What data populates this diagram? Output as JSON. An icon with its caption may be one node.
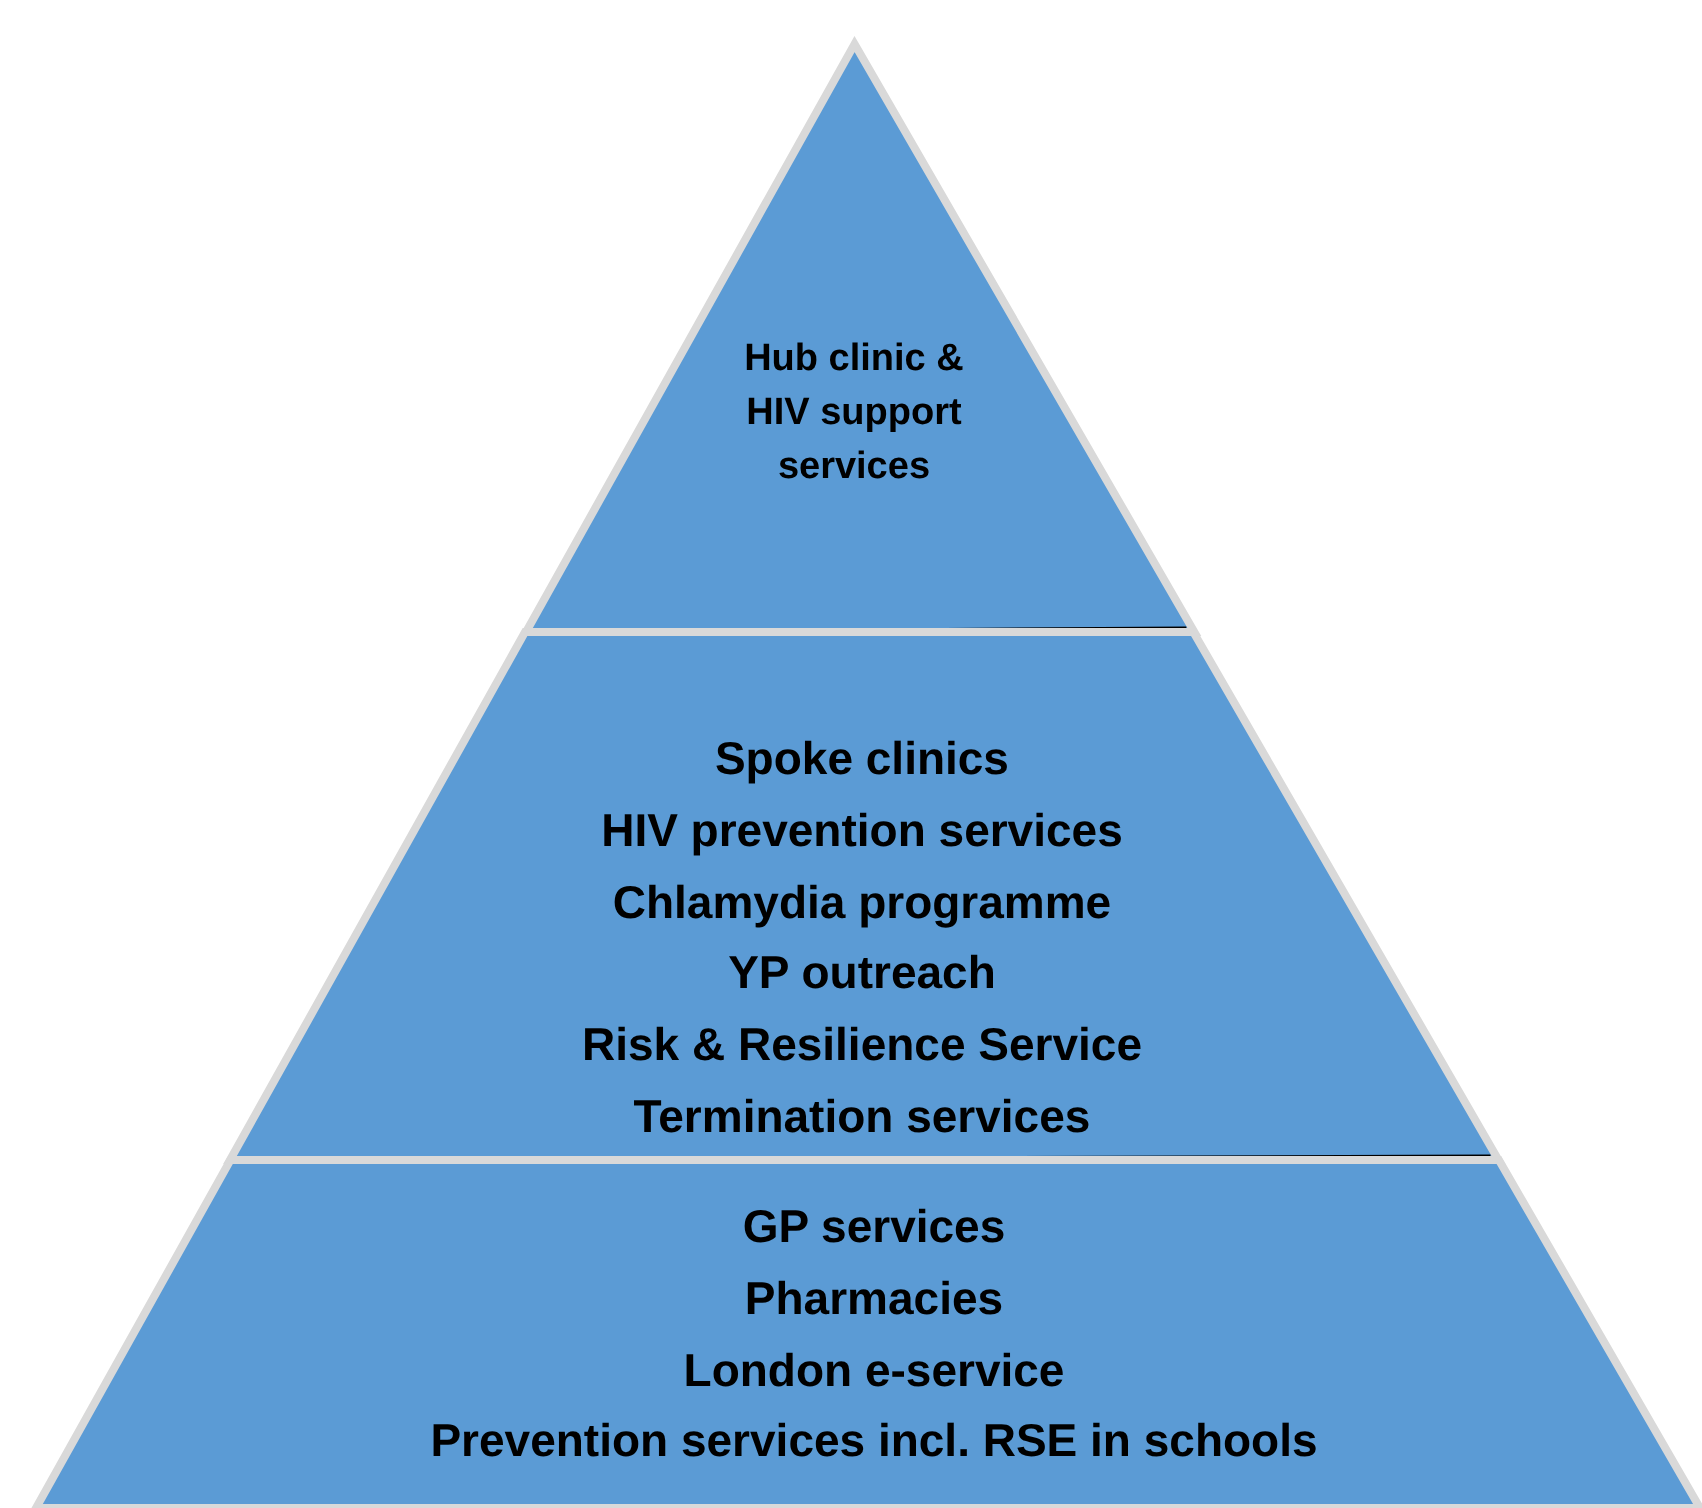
{
  "diagram": {
    "nodes": [
      {
        "text": [
          "Hub clinic & HIV support services"
        ]
      },
      {
        "text": [
          "Spoke clinics",
          "HIV prevention services",
          "Chlamydia programme",
          "YP outreach",
          "Risk & Resilience Service",
          "Termination services"
        ]
      },
      {
        "text": [
          "GP services",
          "Pharmacies",
          "London e-service",
          "Prevention services incl. RSE in schools"
        ]
      }
    ]
  }
}
